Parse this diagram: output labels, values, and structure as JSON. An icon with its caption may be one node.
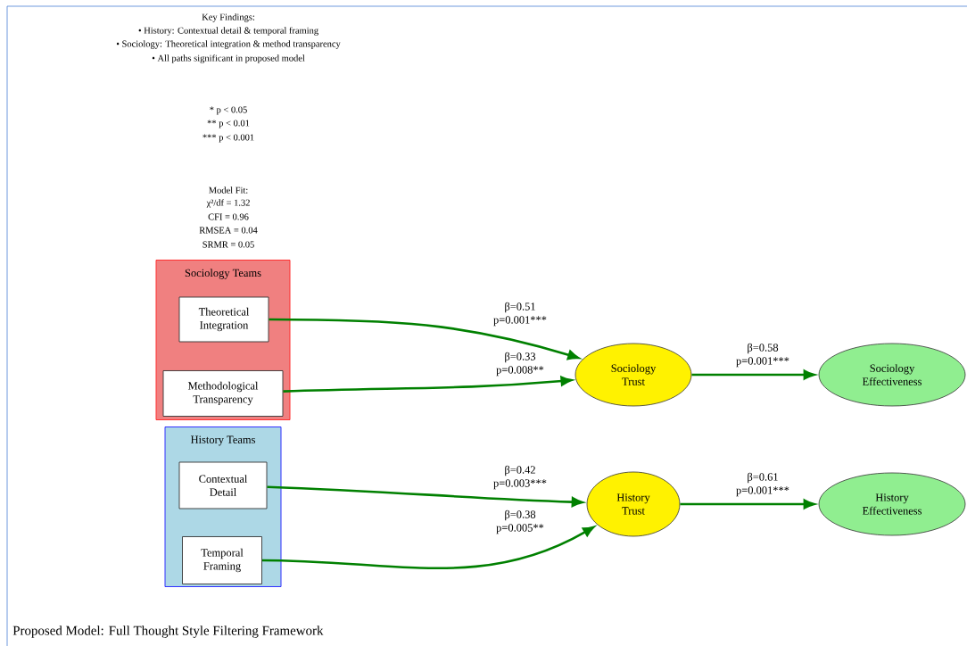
{
  "diagram": {
    "caption": "Proposed Model: Full Thought Style Filtering Framework",
    "nodes": [
      {
        "text": [
          "Sociology Teams"
        ]
      },
      {
        "text": [
          "Theoretical Integration"
        ],
        "in": 0
      },
      {
        "text": [
          "Methodological Transparency"
        ],
        "in": 0
      },
      {
        "text": [
          "History Teams"
        ]
      },
      {
        "text": [
          "Contextual Detail"
        ],
        "in": 3
      },
      {
        "text": [
          "Temporal Framing"
        ],
        "in": 3
      },
      {
        "text": [
          "Sociology Trust"
        ]
      },
      {
        "text": [
          "Sociology Effectiveness"
        ]
      },
      {
        "text": [
          "History Trust"
        ]
      },
      {
        "text": [
          "History Effectiveness"
        ]
      }
    ],
    "edges": [
      {
        "from": 1,
        "to": 6,
        "arrow": "to",
        "label": "β=0.51 p=0.001***"
      },
      {
        "from": 2,
        "to": 6,
        "arrow": "to",
        "label": "β=0.33 p=0.008**"
      },
      {
        "from": 4,
        "to": 8,
        "arrow": "to",
        "label": "β=0.42 p=0.003***"
      },
      {
        "from": 5,
        "to": 8,
        "arrow": "to",
        "label": "β=0.38 p=0.005**"
      },
      {
        "from": 6,
        "to": 7,
        "arrow": "to",
        "label": "β=0.58 p=0.001***"
      },
      {
        "from": 8,
        "to": 9,
        "arrow": "to",
        "label": "β=0.61 p=0.001***"
      }
    ],
    "labels": [
      "Key Findings:",
      "• History: Contextual detail & temporal framing",
      "• Sociology: Theoretical integration & method transparency",
      "• All paths significant in proposed model",
      "* p < 0.05",
      "** p < 0.01",
      "*** p < 0.001",
      "Model Fit:",
      "χ²/df = 1.32",
      "CFI = 0.96",
      "RMSEA = 0.04",
      "SRMR = 0.05"
    ]
  }
}
